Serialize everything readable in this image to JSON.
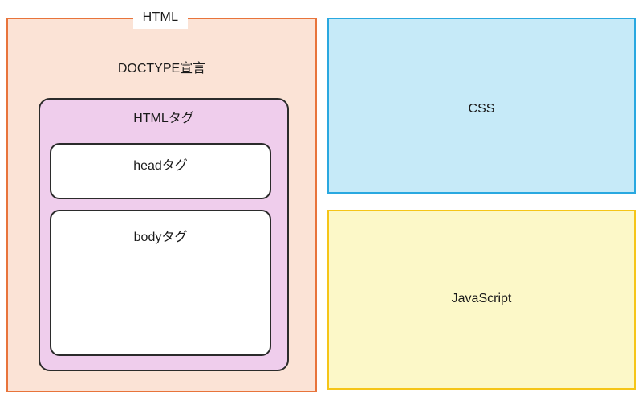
{
  "diagram": {
    "title": "HTML / CSS / JavaScript structure diagram",
    "blocks": {
      "html_container": {
        "label": "HTML",
        "fill": "#fbe3d6",
        "border": "#e8743b"
      },
      "doctype": {
        "label": "DOCTYPE宣言"
      },
      "html_tag": {
        "label": "HTMLタグ",
        "fill": "#efcdec",
        "border": "#2b2b2b"
      },
      "head_tag": {
        "label": "headタグ",
        "fill": "#ffffff",
        "border": "#2b2b2b"
      },
      "body_tag": {
        "label": "bodyタグ",
        "fill": "#ffffff",
        "border": "#2b2b2b"
      },
      "css": {
        "label": "CSS",
        "fill": "#c6eaf8",
        "border": "#29a8e0"
      },
      "javascript": {
        "label": "JavaScript",
        "fill": "#fcf8c8",
        "border": "#f5c518"
      }
    }
  }
}
